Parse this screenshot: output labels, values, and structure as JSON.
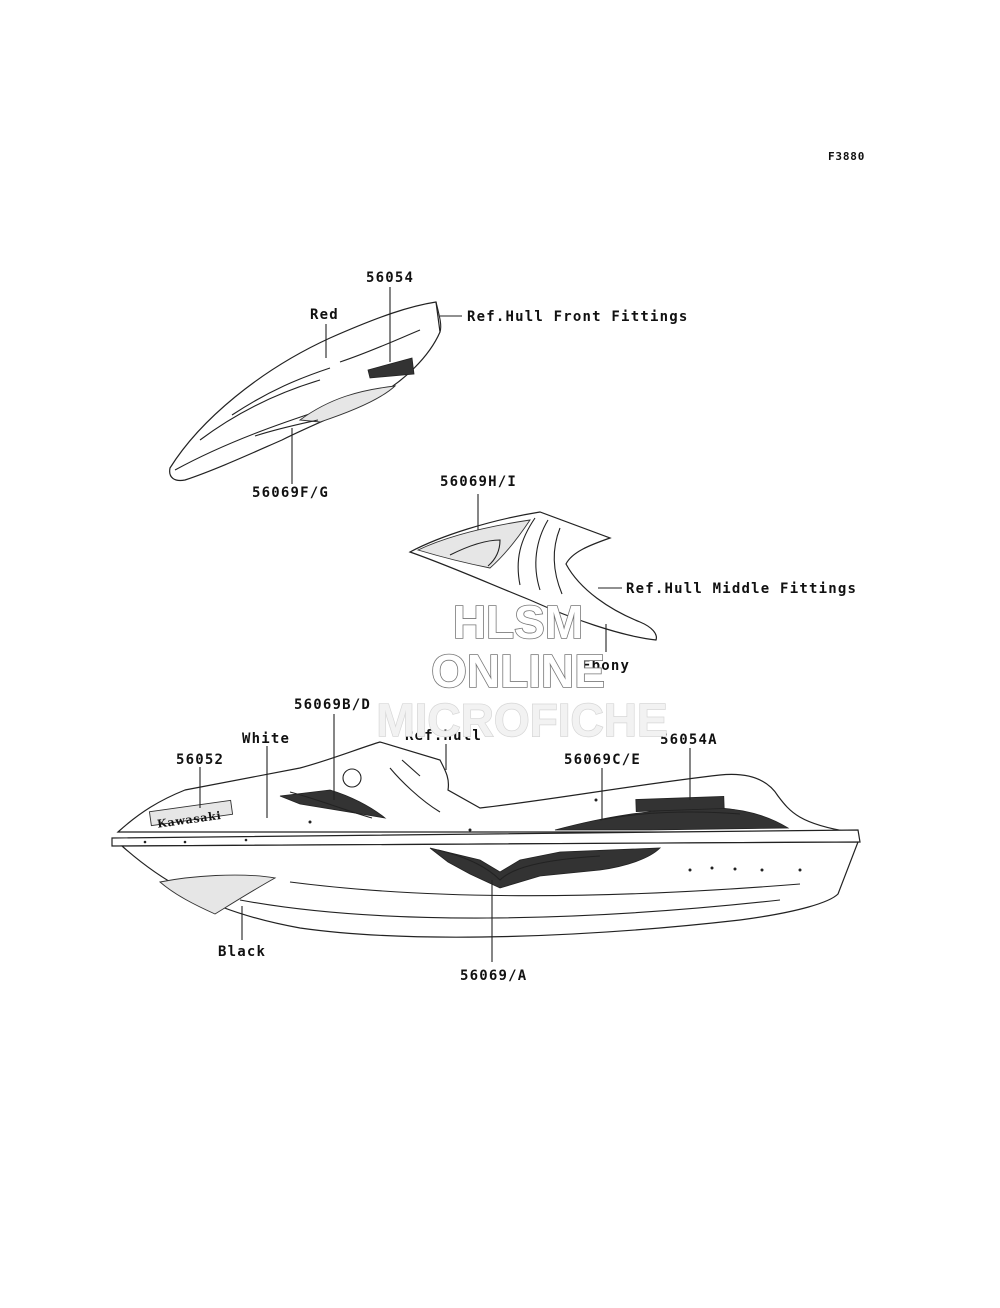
{
  "diagram": {
    "figure_code": "F3880",
    "watermark": {
      "line1": "HLSM",
      "line2": "ONLINE",
      "line3": "MICROFICHE"
    },
    "callouts": {
      "p56054": "56054",
      "red": "Red",
      "ref_front": "Ref.Hull Front Fittings",
      "p56069fg": "56069F/G",
      "p56069hi": "56069H/I",
      "ref_middle": "Ref.Hull Middle Fittings",
      "ebony": "Ebony",
      "p56069bd": "56069B/D",
      "white": "White",
      "ref_hull": "Ref.Hull",
      "p56052": "56052",
      "p56069ce": "56069C/E",
      "p56054a": "56054A",
      "black": "Black",
      "p56069a": "56069/A"
    },
    "decal_text": {
      "brand": "Kawasaki"
    }
  }
}
